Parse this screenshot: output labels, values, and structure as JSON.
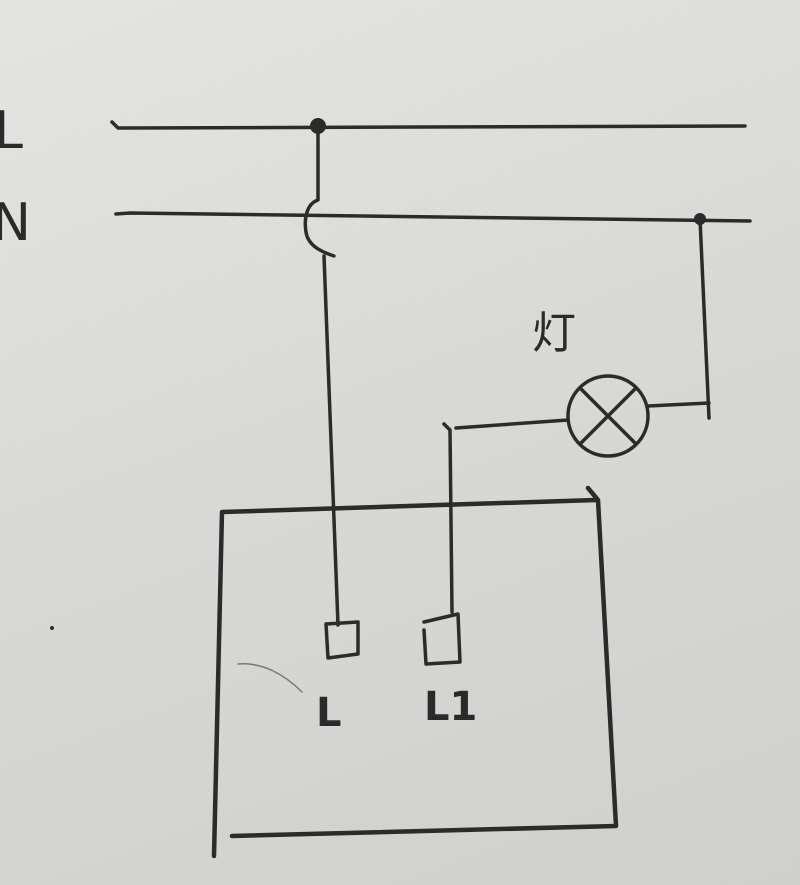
{
  "diagram": {
    "bus_lines": [
      {
        "label": "L"
      },
      {
        "label": "N"
      }
    ],
    "lamp": {
      "label": "灯"
    },
    "switch_terminals": [
      {
        "label": "L"
      },
      {
        "label": "L1"
      }
    ]
  },
  "colors": {
    "ink": "#2b2b2b",
    "paper": "#dcdcda"
  }
}
